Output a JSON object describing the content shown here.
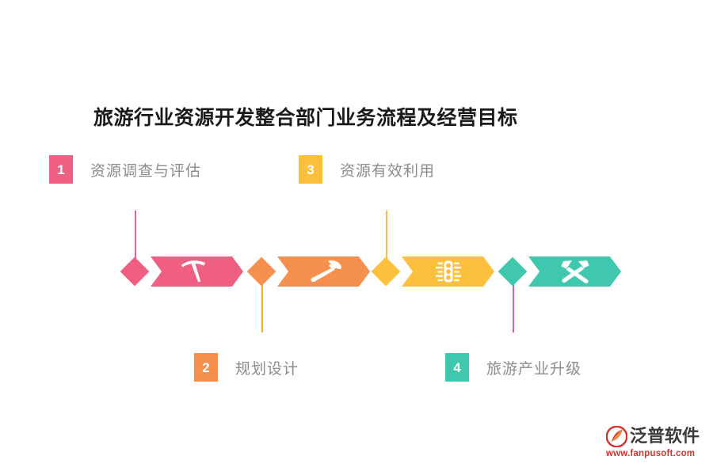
{
  "page": {
    "title": "旅游行业资源开发整合部门业务流程及经营目标",
    "background_color": "#ffffff",
    "label_text_color": "#8c8c8c",
    "title_color": "#1a1a1a"
  },
  "steps": [
    {
      "number": "1",
      "label": "资源调查与评估",
      "color": "#ee5f82",
      "icon": "pickaxe-icon",
      "position": "above"
    },
    {
      "number": "2",
      "label": "规划设计",
      "color": "#f5904f",
      "icon": "hammer-icon",
      "position": "below"
    },
    {
      "number": "3",
      "label": "资源有效利用",
      "color": "#fcc03c",
      "icon": "traffic-light-icon",
      "position": "above"
    },
    {
      "number": "4",
      "label": "旅游产业升级",
      "color": "#3fc8ad",
      "icon": "crossed-hammers-icon",
      "position": "below"
    }
  ],
  "connectors": [
    {
      "for_step": "1",
      "color": "#ee5f82"
    },
    {
      "for_step": "2",
      "color": "#f5a73c"
    },
    {
      "for_step": "3",
      "color": "#fcc03c"
    },
    {
      "for_step": "4",
      "color": "#ee5f82"
    }
  ],
  "logo": {
    "name": "泛普软件",
    "url": "www.fanpusoft.com",
    "mark_color": "#d4332e",
    "mark_accent": "#f08a42",
    "name_color": "#3b3b3b",
    "url_color": "#d4332e"
  }
}
